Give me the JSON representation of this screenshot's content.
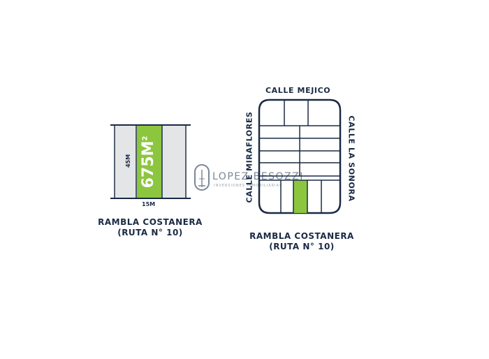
{
  "left_plan": {
    "area_value": "675",
    "area_unit": "M",
    "area_exp": "2",
    "depth": "45M",
    "width": "15M",
    "street_line1": "RAMBLA COSTANERA",
    "street_line2": "(RUTA N° 10)"
  },
  "right_map": {
    "street_top": "CALLE MEJICO",
    "street_left": "CALLE MIRAFLORES",
    "street_right": "CALLE LA SONORA",
    "street_bottom_line1": "RAMBLA COSTANERA",
    "street_bottom_line2": "(RUTA N° 10)"
  },
  "watermark": {
    "text": "LOPEZ BESOZZI",
    "subtext": "INVERSIONES INMOBILIARIAS"
  },
  "colors": {
    "highlight": "#8cc63f",
    "lot_gray": "#e3e5e6",
    "line": "#1a2a44"
  }
}
